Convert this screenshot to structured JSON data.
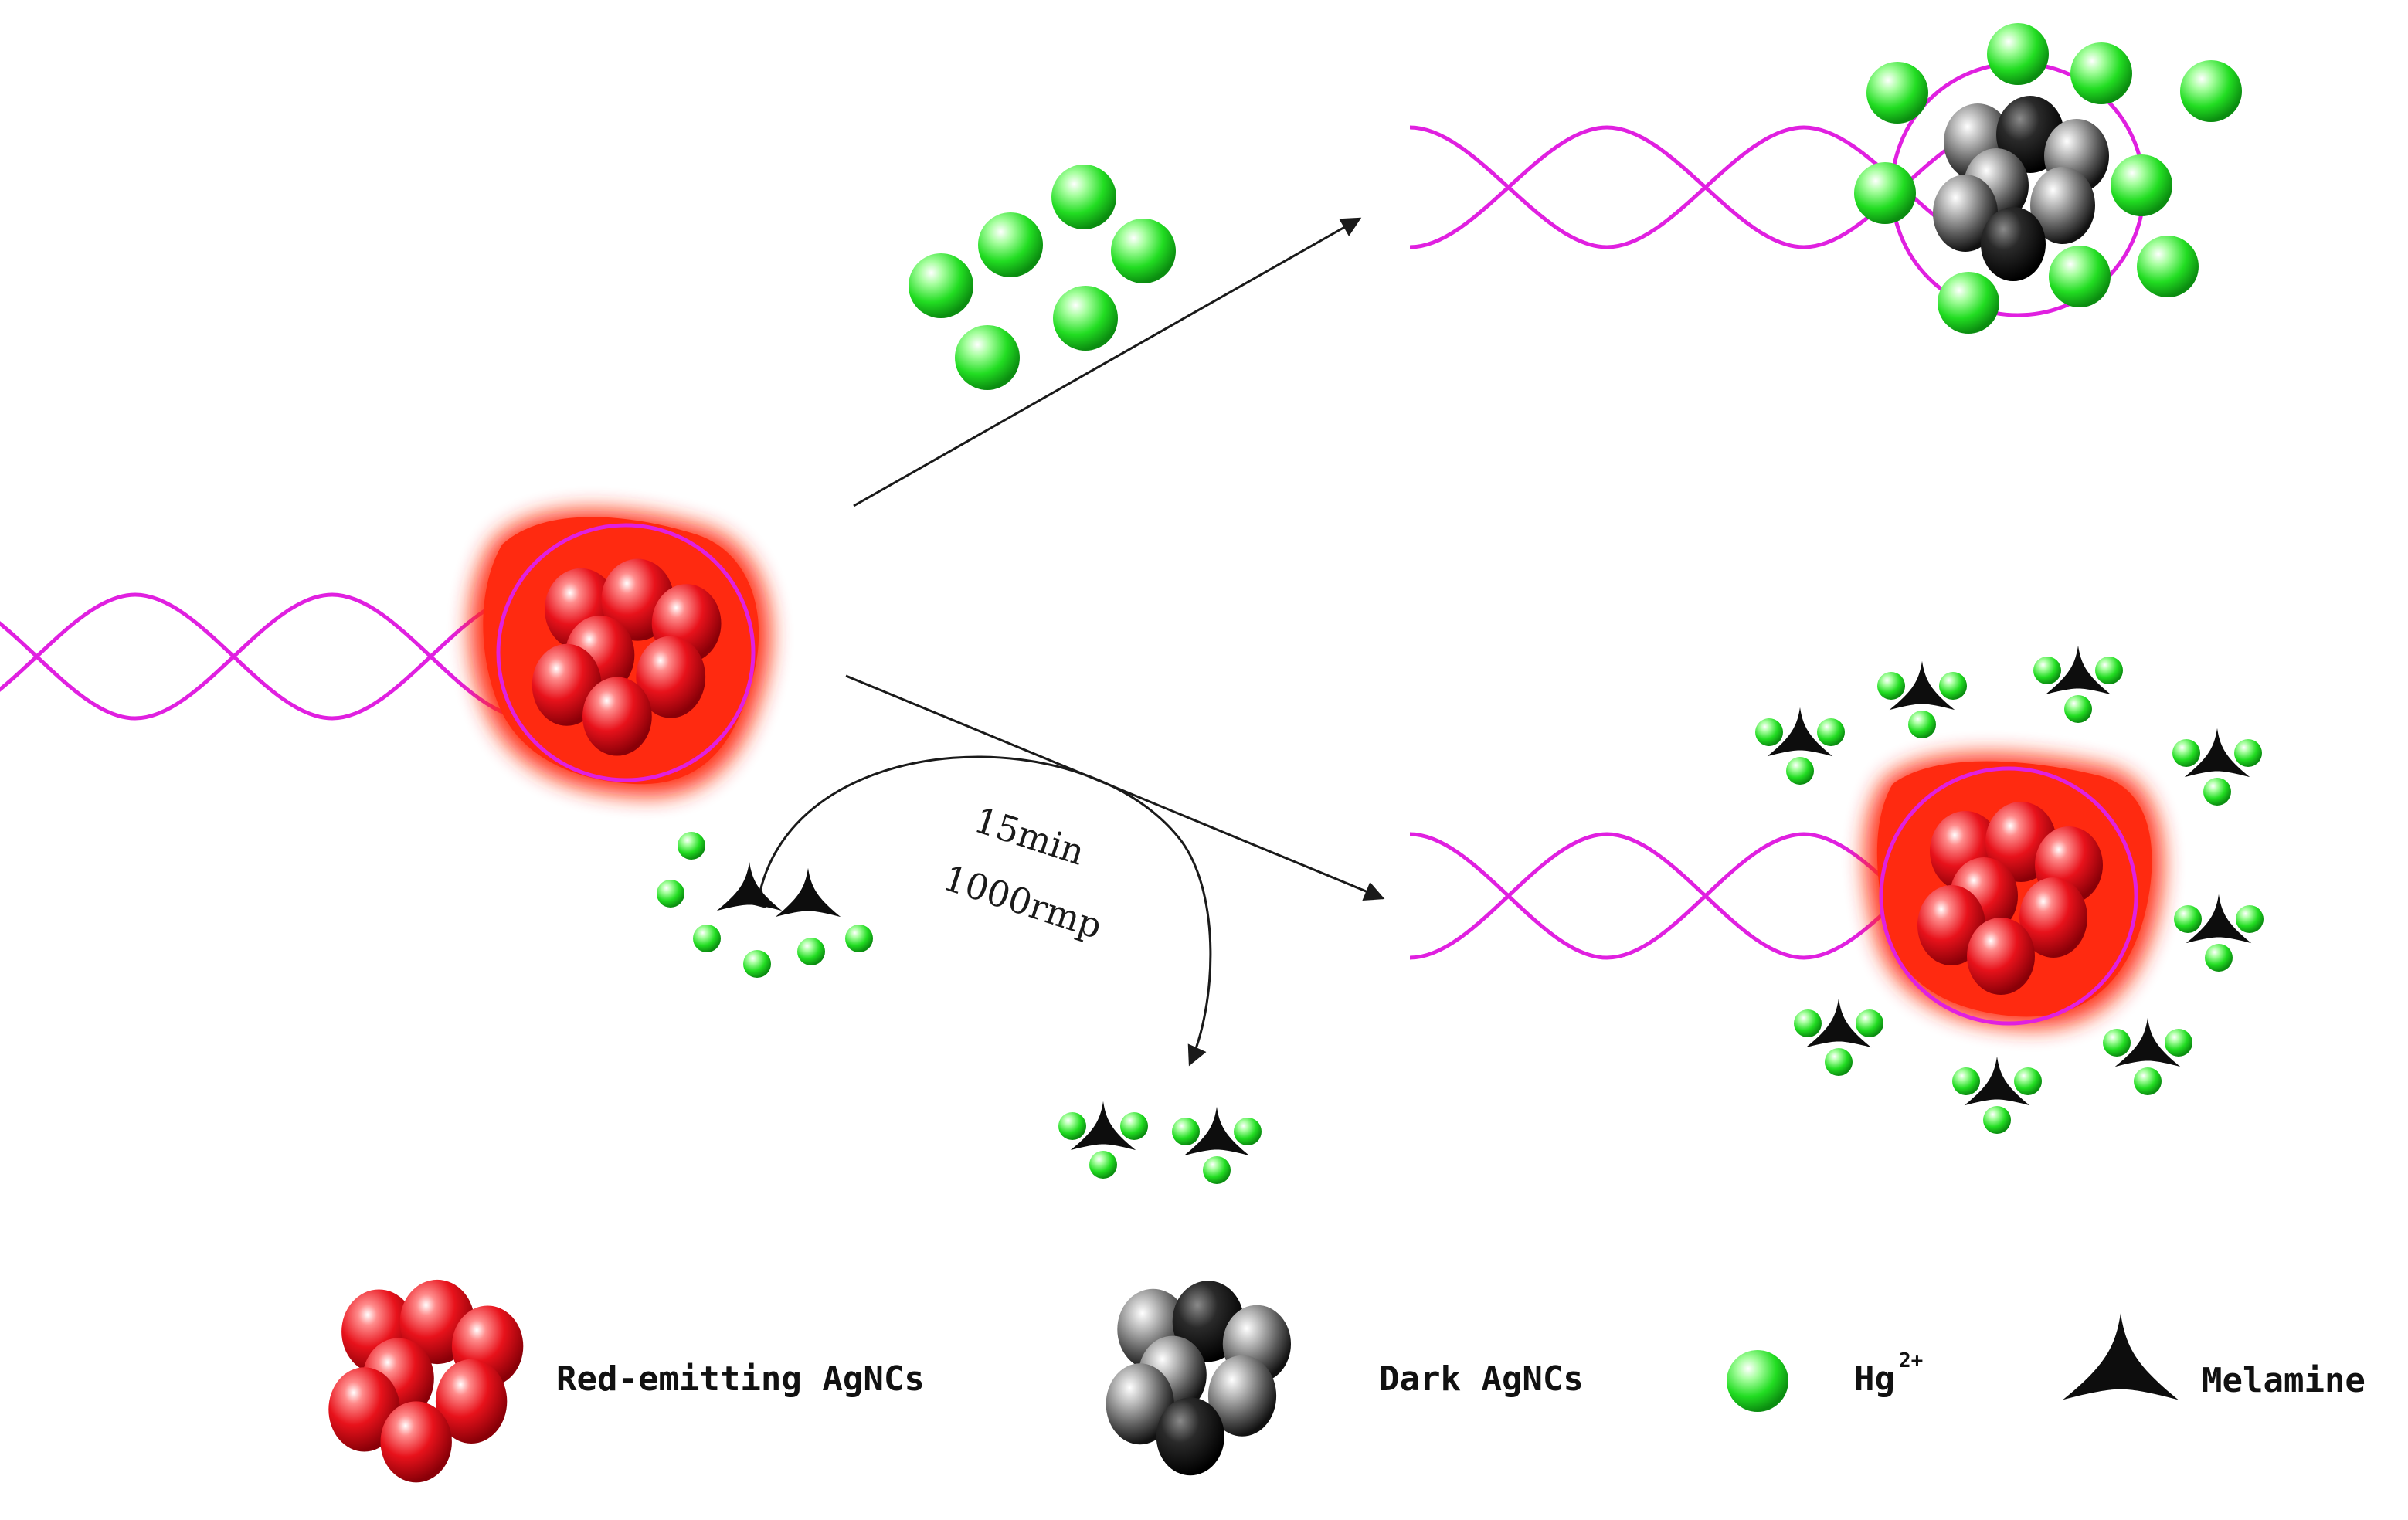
{
  "process": {
    "time_label": "15min",
    "speed_label": "1000rmp"
  },
  "legend": {
    "red_agncs_label": "Red-emitting AgNCs",
    "dark_agncs_label": "Dark AgNCs",
    "hg_label": "Hg",
    "hg_charge": "2+",
    "melamine_label": "Melamine"
  },
  "colors": {
    "dna_strand": "#e020e0",
    "red_cluster": "#e8121b",
    "red_glow": "#ff2a10",
    "hg_ion": "#22dd22",
    "dark_cluster": "#202020",
    "melamine": "#0d0d0d",
    "arrow": "#1a1a1a"
  }
}
